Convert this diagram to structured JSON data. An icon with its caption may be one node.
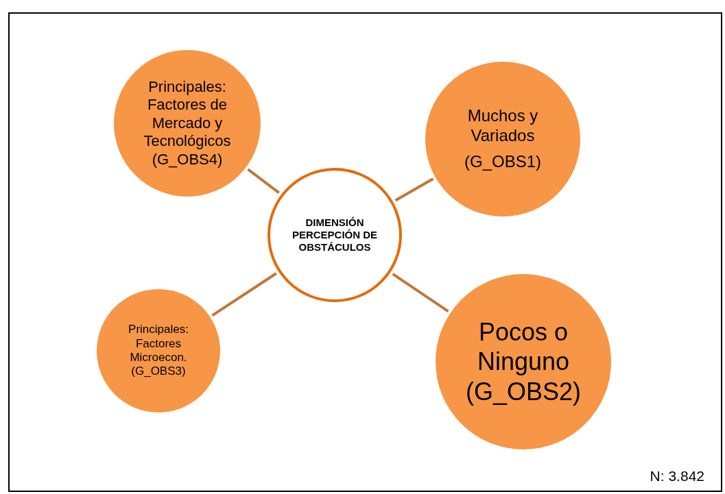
{
  "diagram": {
    "nodes": [
      {
        "text": [
          "DIMENSIÓN PERCEPCIÓN DE OBSTÁCULOS"
        ]
      },
      {
        "text": [
          "Principales: Factores de Mercado y Tecnológicos (G_OBS4)"
        ]
      },
      {
        "text": [
          "Muchos y Variados",
          "(G_OBS1)"
        ]
      },
      {
        "text": [
          "Principales: Factores Microecon. (G_OBS3)"
        ]
      },
      {
        "text": [
          "Pocos o Ninguno (G_OBS2)"
        ]
      }
    ],
    "edges": [
      {
        "from": 0,
        "to": 1,
        "arrow": "none"
      },
      {
        "from": 0,
        "to": 2,
        "arrow": "none"
      },
      {
        "from": 0,
        "to": 3,
        "arrow": "none"
      },
      {
        "from": 0,
        "to": 4,
        "arrow": "none"
      }
    ],
    "labels": [
      "N: 3.842"
    ]
  }
}
